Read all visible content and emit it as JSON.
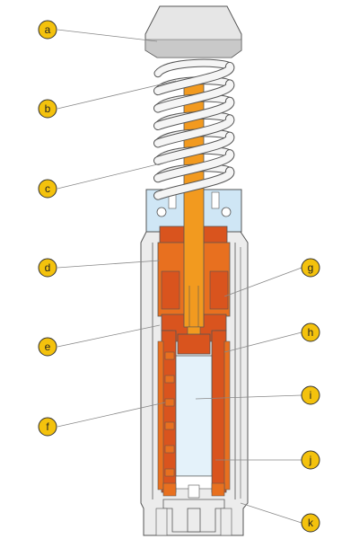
{
  "colors": {
    "cap": "#e6e6e6",
    "cap_dark": "#c9c9c9",
    "spring": "#f5f5f5",
    "rod": "#f29a1f",
    "orange_dark": "#d9541e",
    "orange_mid": "#e8701f",
    "blue_head": "#cfe6f5",
    "housing": "#ececec",
    "chamber": "#e4f2fa",
    "outline": "#555555",
    "callout_fill": "#f4c20d",
    "callout_stroke": "#333333",
    "leader": "#888888"
  },
  "callouts": [
    {
      "id": "a",
      "label": "a"
    },
    {
      "id": "b",
      "label": "b"
    },
    {
      "id": "c",
      "label": "c"
    },
    {
      "id": "d",
      "label": "d"
    },
    {
      "id": "e",
      "label": "e"
    },
    {
      "id": "f",
      "label": "f"
    },
    {
      "id": "g",
      "label": "g"
    },
    {
      "id": "h",
      "label": "h"
    },
    {
      "id": "i",
      "label": "i"
    },
    {
      "id": "j",
      "label": "j"
    },
    {
      "id": "k",
      "label": "k"
    }
  ]
}
